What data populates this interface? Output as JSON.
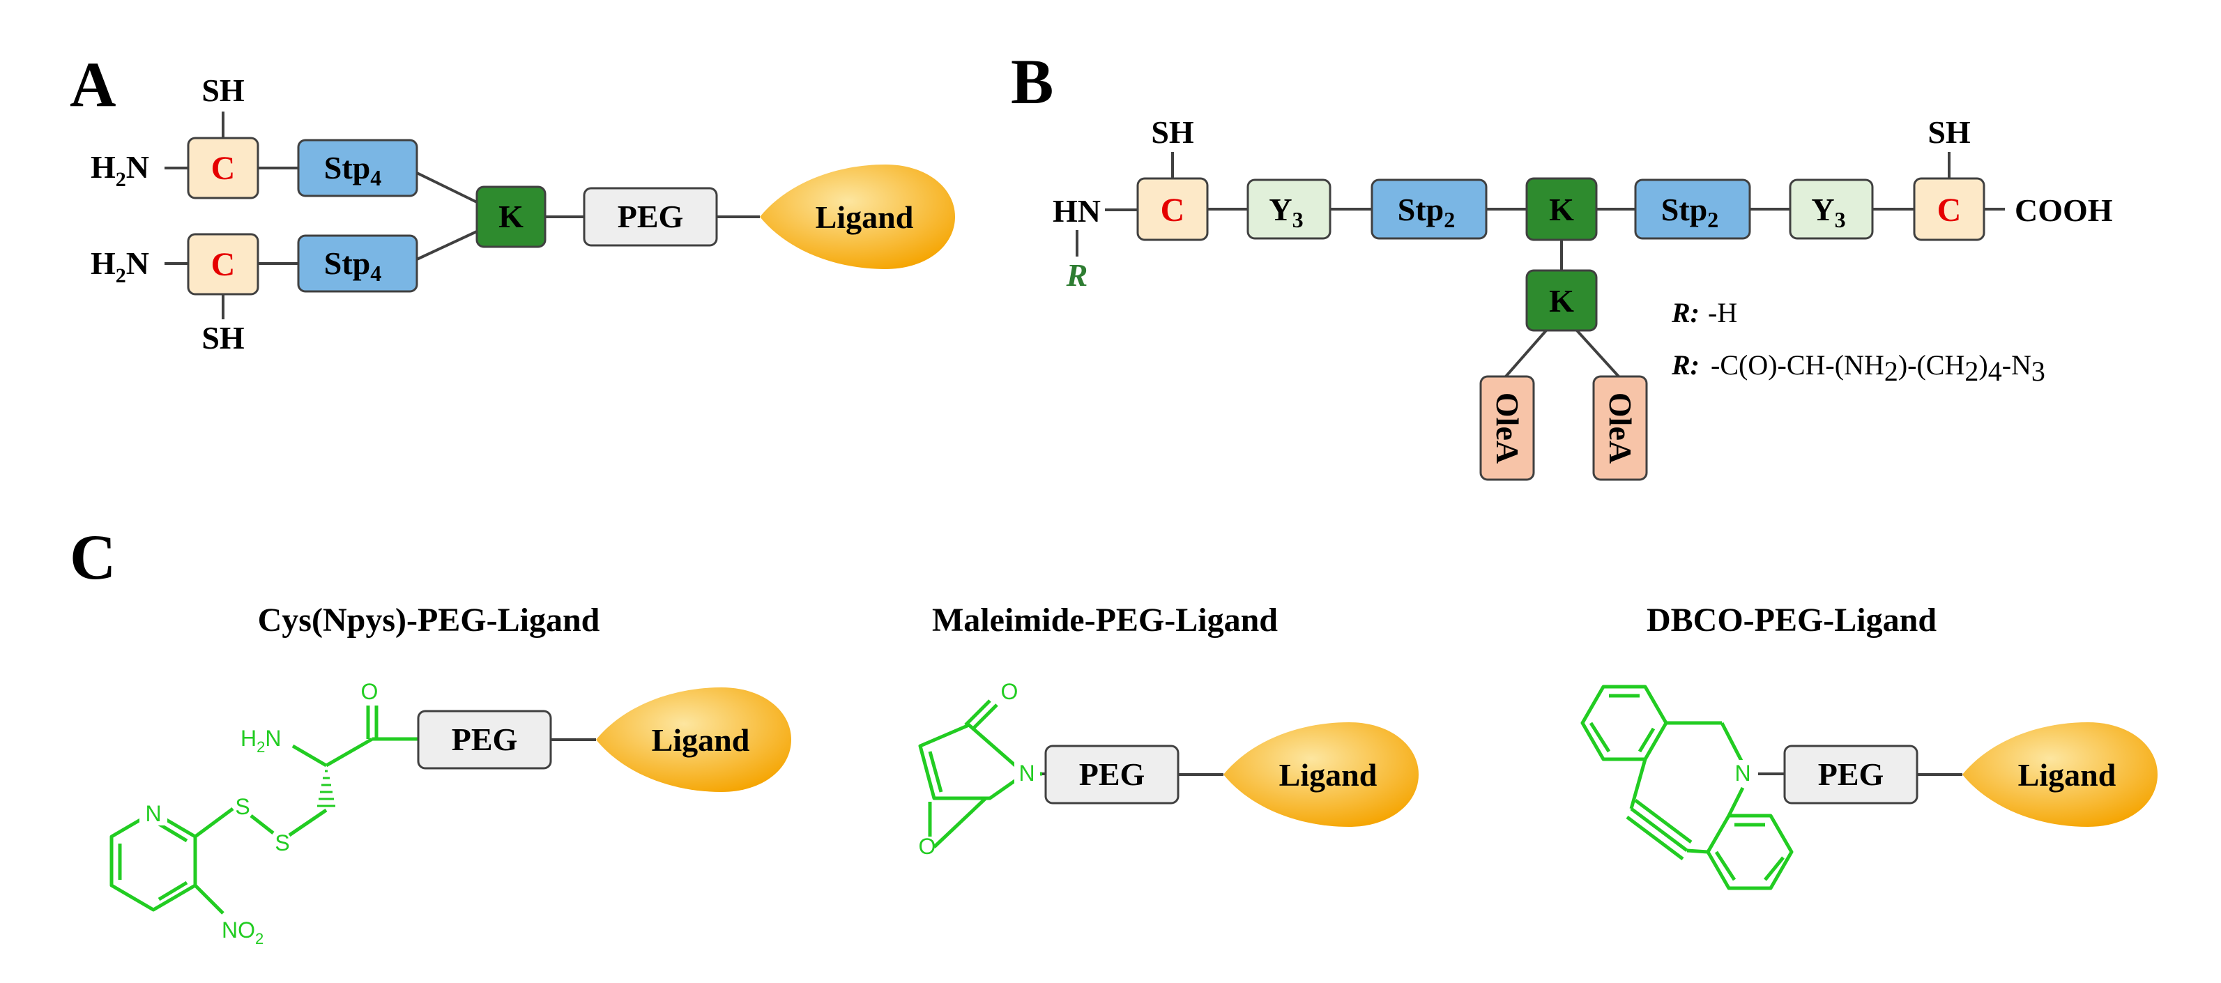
{
  "panels": {
    "a": {
      "letter": "A",
      "sh_top": "SH",
      "sh_bottom": "SH",
      "h2n_main": "H",
      "h2n_sub": "2",
      "h2n_end": "N",
      "cys": "C",
      "stp_main": "Stp",
      "stp_sub": "4",
      "lys": "K",
      "peg": "PEG",
      "ligand": "Ligand"
    },
    "b": {
      "letter": "B",
      "hn": "HN",
      "r_label": "R",
      "sh": "SH",
      "cys": "C",
      "y_main": "Y",
      "y_sub": "3",
      "stp_main": "Stp",
      "stp_sub": "2",
      "lys": "K",
      "olea": "OleA",
      "cooh": "COOH",
      "legend1_r": "R:",
      "legend1_val": "-H",
      "legend2_r": "R:",
      "legend2_parts": [
        "-C(O)-CH-(NH",
        "2",
        ")-(CH",
        "2",
        ")",
        "4",
        "-N",
        "3"
      ]
    },
    "c": {
      "letter": "C",
      "titles": [
        "Cys(Npys)-PEG-Ligand",
        "Maleimide-PEG-Ligand",
        "DBCO-PEG-Ligand"
      ],
      "peg": "PEG",
      "ligand": "Ligand",
      "atom_o": "O",
      "atom_n": "N",
      "atom_s": "S",
      "h2n_main": "H",
      "h2n_sub": "2",
      "h2n_end": "N",
      "no2_main": "NO",
      "no2_sub": "2"
    }
  },
  "colors": {
    "cysteine_box": "#fde9c8",
    "cysteine_text": "#e50000",
    "stp_box": "#7ab6e4",
    "lysine_box": "#2e8b2e",
    "tyrosine_box": "#e1f0da",
    "peg_box": "#eeeeee",
    "olea_box": "#f7c4a8",
    "ligand_gradient": [
      "#fde6a0",
      "#f5a400"
    ],
    "chemistry_green": "#22cc22",
    "r_group_green": "#2e7d32"
  }
}
